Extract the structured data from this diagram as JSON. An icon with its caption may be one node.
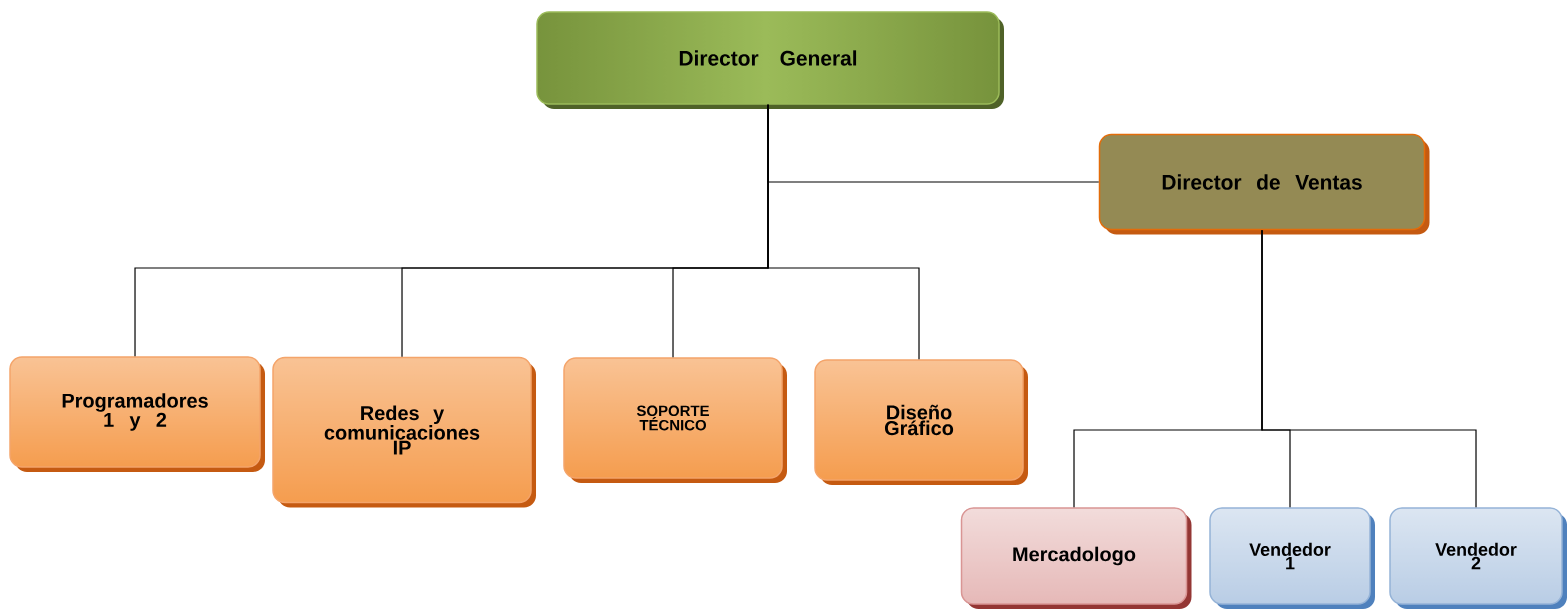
{
  "diagram": {
    "nodes": [
      {
        "text": [
          "Director General"
        ]
      },
      {
        "text": [
          "Director de Ventas"
        ]
      },
      {
        "text": [
          "Programadores 1 y 2"
        ]
      },
      {
        "text": [
          "Redes y comunicaciones IP"
        ]
      },
      {
        "text": [
          "SOPORTE TÉCNICO"
        ]
      },
      {
        "text": [
          "Diseño Gráfico"
        ]
      },
      {
        "text": [
          "Mercadologo"
        ]
      },
      {
        "text": [
          "Vendedor 1"
        ]
      },
      {
        "text": [
          "Vendedor 2"
        ]
      }
    ],
    "edges": [
      {
        "from": 0,
        "to": 1,
        "arrow": "none"
      },
      {
        "from": 0,
        "to": 2,
        "arrow": "none"
      },
      {
        "from": 0,
        "to": 3,
        "arrow": "none"
      },
      {
        "from": 0,
        "to": 4,
        "arrow": "none"
      },
      {
        "from": 0,
        "to": 5,
        "arrow": "none"
      },
      {
        "from": 1,
        "to": 6,
        "arrow": "none"
      },
      {
        "from": 1,
        "to": 7,
        "arrow": "none"
      },
      {
        "from": 1,
        "to": 8,
        "arrow": "none"
      }
    ]
  }
}
